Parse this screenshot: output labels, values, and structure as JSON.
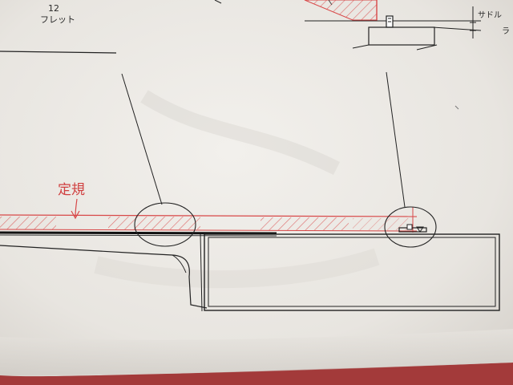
{
  "photo": {
    "subject": "hand-drawn sketch",
    "paper_color": "#eceae6",
    "background_color": "#a33a3a",
    "ink_black": "#1a1a1a",
    "ink_red": "#d84848"
  },
  "labels": {
    "fret_number": "12",
    "fret_word": "フレット",
    "saddle_word": "サドル",
    "jougi": "定規",
    "partial_right": "ラ"
  }
}
